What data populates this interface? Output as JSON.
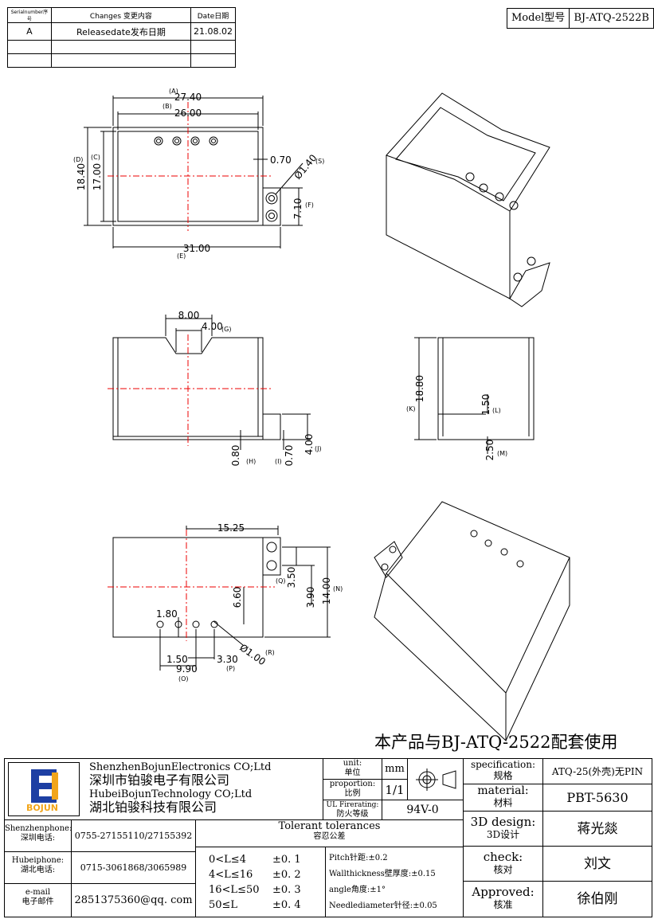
{
  "revision_table": {
    "headers": [
      "Serialnumber序号",
      "Changes 变更内容",
      "Date日期"
    ],
    "rows": [
      [
        "A",
        "Releasedate发布日期",
        "21.08.02"
      ],
      [
        "",
        "",
        ""
      ],
      [
        "",
        "",
        ""
      ]
    ]
  },
  "model": {
    "label": "Model型号",
    "value": "BJ-ATQ-2522B"
  },
  "dimensions": {
    "top_view": {
      "A": "27.40",
      "B": "26.00",
      "C": "17.00",
      "D": "18.40",
      "E": "31.00",
      "F": "7.10",
      "S": "Ø1.40",
      "gap": "0.70",
      "label_A": "(A)",
      "label_B": "(B)",
      "label_C": "(C)",
      "label_D": "(D)",
      "label_E": "(E)",
      "label_F": "(F)",
      "label_S": "(S)"
    },
    "front_view": {
      "notch": "8.00",
      "G": "4.00",
      "H": "0.80",
      "I": "0.70",
      "J": "4.00",
      "label_G": "(G)",
      "label_H": "(H)",
      "label_I": "(I)",
      "label_J": "(J)"
    },
    "side_view": {
      "K": "18.80",
      "L": "1.50",
      "M": "2.50",
      "label_K": "(K)",
      "label_L": "(L)",
      "label_M": "(M)"
    },
    "bottom_view": {
      "width": "15.25",
      "N": "14.00",
      "Q": "3.50",
      "v390": "3.90",
      "v660": "6.60",
      "h180": "1.80",
      "O": "9.90",
      "P": "3.30",
      "h150": "1.50",
      "R": "Ø1.00",
      "label_N": "(N)",
      "label_O": "(O)",
      "label_P": "(P)",
      "label_Q": "(Q)",
      "label_R": "(R)"
    }
  },
  "note": "本产品与BJ-ATQ-2522配套使用",
  "title_block": {
    "company": {
      "logo_text": "BOJUN",
      "lines": [
        "ShenzhenBojunElectronics CO;Ltd",
        "深圳市铂骏电子有限公司",
        "HubeiBojunTechnology CO;Ltd",
        "湖北铂骏科技有限公司"
      ]
    },
    "unit": {
      "label_en": "unit:",
      "label_cn": "单位",
      "value": "mm"
    },
    "proportion": {
      "label_en": "proportion:",
      "label_cn": "比例",
      "value": "1/1"
    },
    "ul": {
      "label_en": "UL Firerating:",
      "label_cn": "防火等级",
      "value": "94V-0"
    },
    "specification": {
      "label_en": "specification:",
      "label_cn": "规格",
      "value": "ATQ-25(外壳)无PIN"
    },
    "material": {
      "label_en": "material:",
      "label_cn": "材料",
      "value": "PBT-5630"
    },
    "design": {
      "label_en": "3D design:",
      "label_cn": "3D设计",
      "value": "蒋光燚"
    },
    "check": {
      "label_en": "check:",
      "label_cn": "核对",
      "value": "刘文"
    },
    "approved": {
      "label_en": "Approved:",
      "label_cn": "核准",
      "value": "徐伯刚"
    },
    "contacts": [
      {
        "label_en": "Shenzhenphone:",
        "label_cn": "深圳电话:",
        "value": "0755-27155110/27155392"
      },
      {
        "label_en": "Hubeiphone:",
        "label_cn": "湖北电话:",
        "value": "0715-3061868/3065989"
      },
      {
        "label_en": "e-mail",
        "label_cn": "电子邮件",
        "value": "2851375360@qq. com"
      }
    ],
    "tolerances": {
      "title_en": "Tolerant tolerances",
      "title_cn": "容忍公差",
      "ranges": [
        {
          "range": "0<L≤4",
          "tol": "±0. 1"
        },
        {
          "range": "4<L≤16",
          "tol": "±0. 2"
        },
        {
          "range": "16<L≤50",
          "tol": "±0. 3"
        },
        {
          "range": "50≤L",
          "tol": "±0. 4"
        }
      ],
      "notes": [
        "Pitch针距:±0.2",
        "Wallthickness壁厚度:±0.15",
        "angle角度:±1°",
        "Needlediameter针径:±0.05"
      ]
    }
  }
}
